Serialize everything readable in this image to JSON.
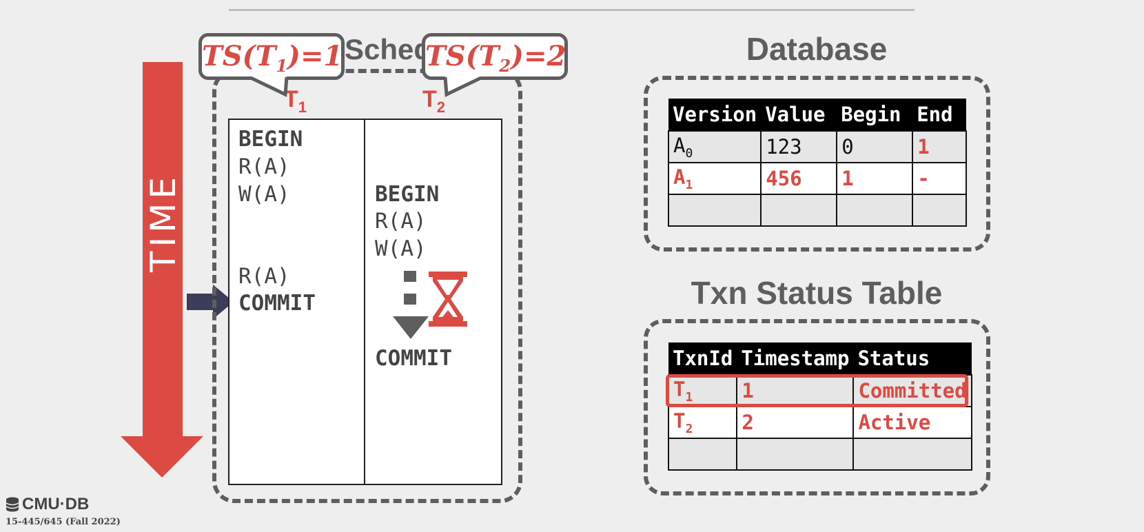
{
  "time_label": "TIME",
  "schedule": {
    "title": "Schedule",
    "t1": {
      "label": "T",
      "sub": "1"
    },
    "t2": {
      "label": "T",
      "sub": "2"
    },
    "t1_ops": [
      {
        "text": "BEGIN",
        "strong": true
      },
      {
        "text": "R(A)",
        "strong": false
      },
      {
        "text": "W(A)",
        "strong": false
      },
      {
        "text": "R(A)",
        "strong": false
      },
      {
        "text": "COMMIT",
        "strong": true
      }
    ],
    "t2_ops": [
      {
        "text": "BEGIN",
        "strong": true
      },
      {
        "text": "R(A)",
        "strong": false
      },
      {
        "text": "W(A)",
        "strong": false
      },
      {
        "text": "COMMIT",
        "strong": true
      }
    ]
  },
  "bubbles": {
    "ts1": {
      "pre": "TS(T",
      "sub": "1",
      "post": ")=1"
    },
    "ts2": {
      "pre": "TS(T",
      "sub": "2",
      "post": ")=2"
    }
  },
  "database": {
    "title": "Database",
    "headers": [
      "Version",
      "Value",
      "Begin",
      "End"
    ],
    "rows": [
      {
        "version": "A",
        "version_sub": "0",
        "value": "123",
        "begin": "0",
        "end": "1"
      },
      {
        "version": "A",
        "version_sub": "1",
        "value": "456",
        "begin": "1",
        "end": "-"
      }
    ]
  },
  "txn_status": {
    "title": "Txn Status Table",
    "headers": [
      "TxnId",
      "Timestamp",
      "Status"
    ],
    "rows": [
      {
        "id": "T",
        "id_sub": "1",
        "ts": "1",
        "status": "Committed"
      },
      {
        "id": "T",
        "id_sub": "2",
        "ts": "2",
        "status": "Active"
      }
    ]
  },
  "footer": {
    "logo": "CMU·DB",
    "course": "15-445/645 (Fall 2022)"
  },
  "colors": {
    "accent_red": "#dc4a44",
    "dark_gray": "#5e5e5e",
    "arrow_navy": "#3c3d58"
  },
  "icons": [
    "time-arrow",
    "now-arrow",
    "hourglass-icon",
    "wait-arrow-icon",
    "database-logo-icon"
  ]
}
